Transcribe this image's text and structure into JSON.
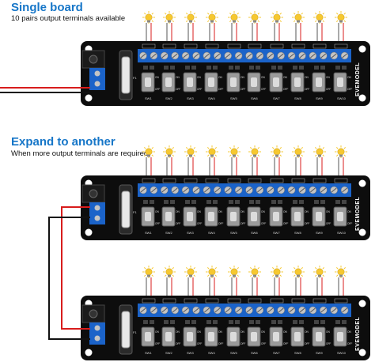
{
  "section_single": {
    "title": "Single board",
    "subtitle": "10 pairs output terminals available"
  },
  "section_expand": {
    "title": "Expand to another",
    "subtitle": "When more output terminals are required"
  },
  "board": {
    "brand": "EVEMODEL",
    "switch_labels": [
      "SW1",
      "SW2",
      "SW3",
      "SW4",
      "SW5",
      "SW6",
      "SW7",
      "SW8",
      "SW9",
      "SW10"
    ],
    "on_label": "ON",
    "off_label": "OFF",
    "fuse_label": "F1"
  },
  "colors": {
    "pcb": "#0d0d0d",
    "terminal_blue": "#1b63c9",
    "bulb": "#f6c830",
    "wire_red": "#d81c1c",
    "wire_black": "#111111",
    "heading": "#1676c8"
  },
  "icons": [
    "bulb-icon",
    "toggle-switch-icon",
    "fuse-icon",
    "dc-jack-icon",
    "terminal-block-icon"
  ]
}
